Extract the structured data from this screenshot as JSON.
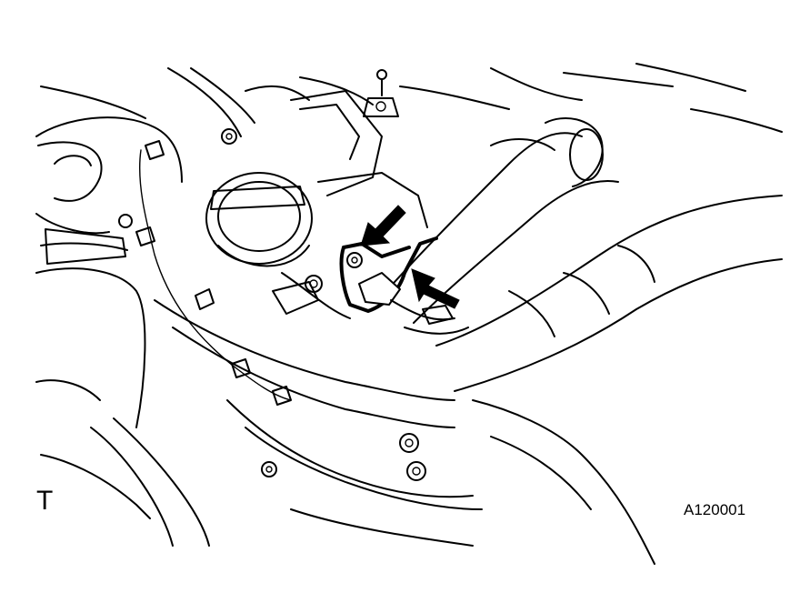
{
  "view_marker": "T",
  "illustration_code": "A120001",
  "arrow_count": 2
}
